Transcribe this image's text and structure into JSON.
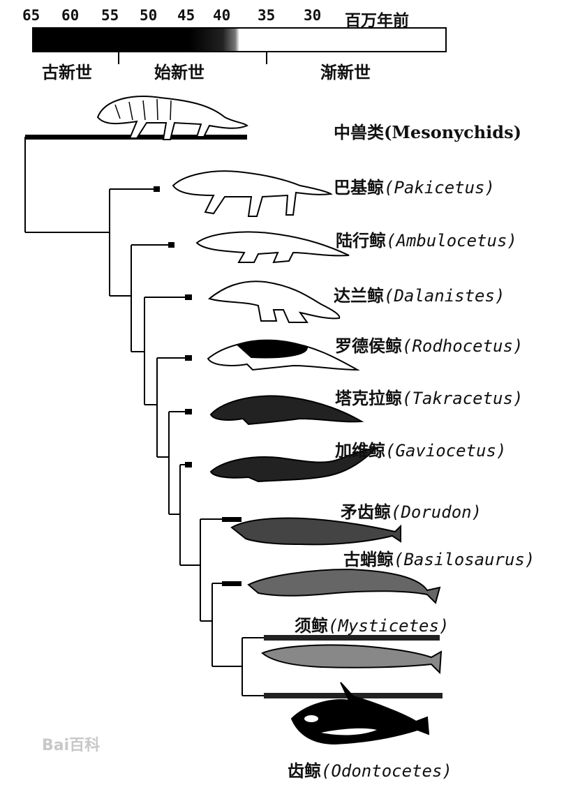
{
  "timescale": {
    "ticks": [
      "65",
      "60",
      "55",
      "50",
      "45",
      "40",
      "35",
      "30"
    ],
    "unit": "百万年前",
    "epochs": [
      "古新世",
      "始新世",
      "渐新世"
    ]
  },
  "taxa": [
    {
      "cn": "中兽类",
      "latin": "(Mesonychids)"
    },
    {
      "cn": "巴基鲸",
      "latin": "(Pakicetus)"
    },
    {
      "cn": "陆行鲸",
      "latin": "(Ambulocetus)"
    },
    {
      "cn": "达兰鲸",
      "latin": "(Dalanistes)"
    },
    {
      "cn": "罗德侯鲸",
      "latin": "(Rodhocetus)"
    },
    {
      "cn": "塔克拉鲸",
      "latin": "(Takracetus)"
    },
    {
      "cn": "加维鲸",
      "latin": "(Gaviocetus)"
    },
    {
      "cn": "矛齿鲸",
      "latin": "(Dorudon)"
    },
    {
      "cn": "古蛸鲸",
      "latin": "(Basilosaurus)"
    },
    {
      "cn": "须鲸",
      "latin": "(Mysticetes)"
    },
    {
      "cn": "齿鲸",
      "latin": "(Odontocetes)"
    }
  ],
  "watermark": "Bai百科"
}
